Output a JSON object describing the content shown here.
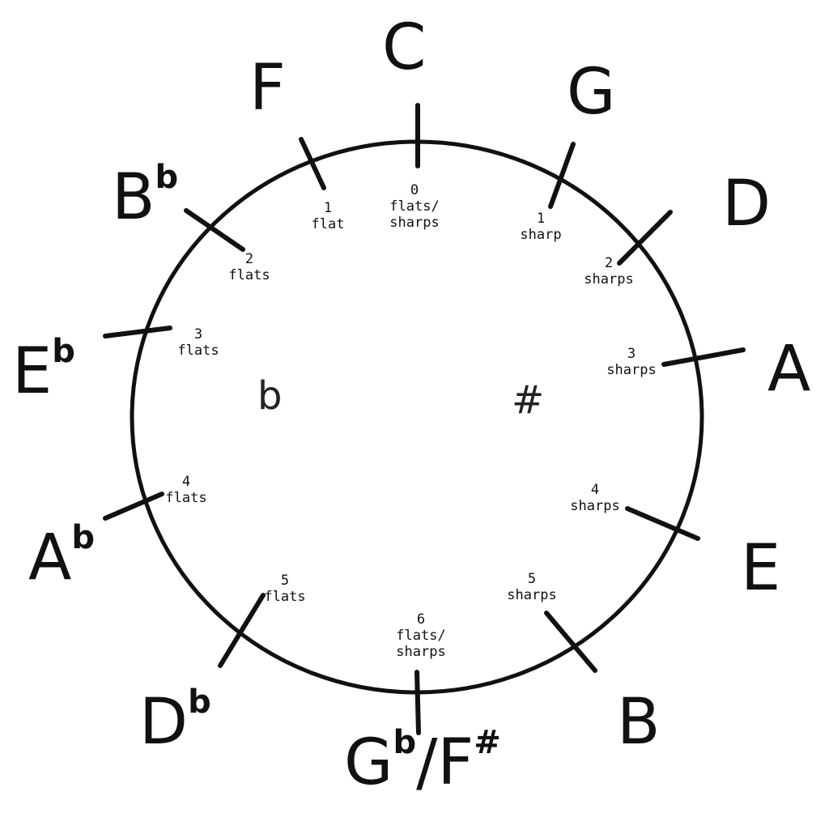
{
  "keys": [
    {
      "id": "C",
      "name": "C",
      "acc": "",
      "count": [
        "0",
        "flats/",
        "sharps"
      ]
    },
    {
      "id": "G",
      "name": "G",
      "acc": "",
      "count": [
        "1",
        "sharp"
      ]
    },
    {
      "id": "D",
      "name": "D",
      "acc": "",
      "count": [
        "2",
        "sharps"
      ]
    },
    {
      "id": "A",
      "name": "A",
      "acc": "",
      "count": [
        "3",
        "sharps"
      ]
    },
    {
      "id": "E",
      "name": "E",
      "acc": "",
      "count": [
        "4",
        "sharps"
      ]
    },
    {
      "id": "B",
      "name": "B",
      "acc": "",
      "count": [
        "5",
        "sharps"
      ]
    },
    {
      "id": "Gb",
      "name": "G",
      "acc": "b",
      "name2": "/F",
      "acc2": "#",
      "count": [
        "6",
        "flats/",
        "sharps"
      ]
    },
    {
      "id": "Db",
      "name": "D",
      "acc": "b",
      "count": [
        "5",
        "flats"
      ]
    },
    {
      "id": "Ab",
      "name": "A",
      "acc": "b",
      "count": [
        "4",
        "flats"
      ]
    },
    {
      "id": "Eb",
      "name": "E",
      "acc": "b",
      "count": [
        "3",
        "flats"
      ]
    },
    {
      "id": "Bb",
      "name": "B",
      "acc": "b",
      "count": [
        "2",
        "flats"
      ]
    },
    {
      "id": "F",
      "name": "F",
      "acc": "",
      "count": [
        "1",
        "flat"
      ]
    }
  ],
  "flat_side_symbol": "b",
  "sharp_side_symbol": "#",
  "ink_color": "#111111"
}
